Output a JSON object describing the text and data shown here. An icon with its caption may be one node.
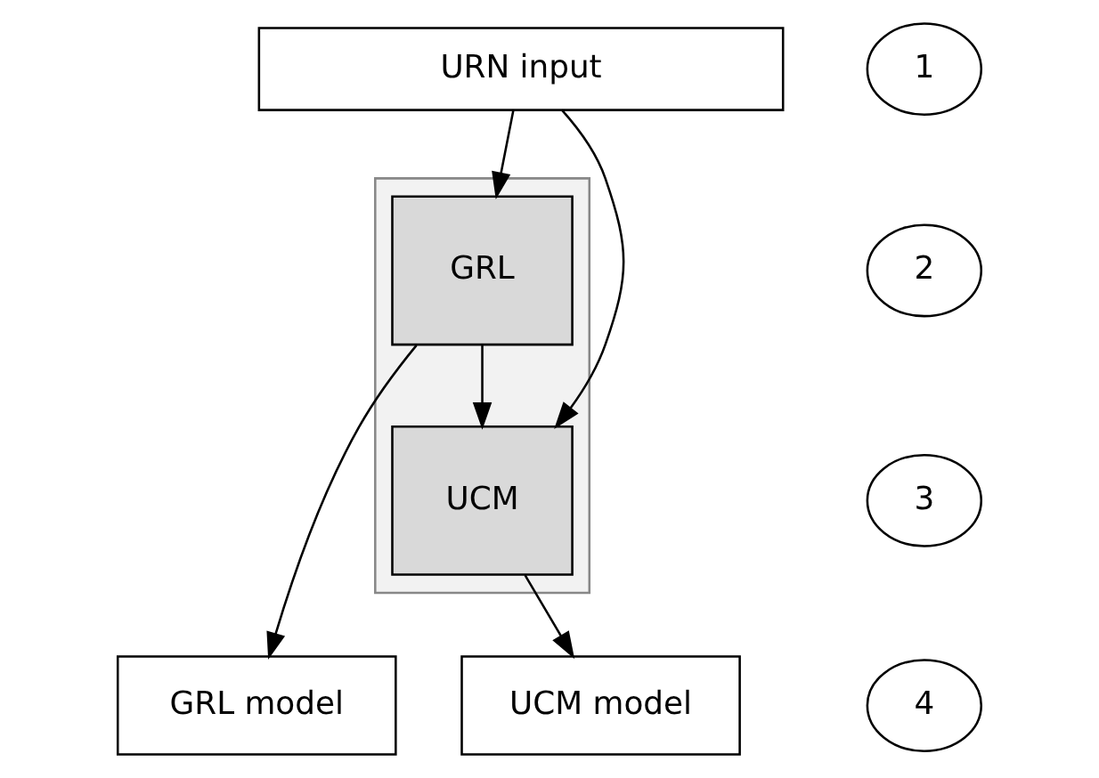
{
  "diagram": {
    "nodes": [
      {
        "text": [
          "URN input"
        ]
      },
      {
        "text": [],
        "shape": "box"
      },
      {
        "text": [
          "GRL"
        ],
        "in": 1
      },
      {
        "text": [
          "UCM"
        ],
        "in": 1
      },
      {
        "text": [
          "GRL model"
        ]
      },
      {
        "text": [
          "UCM model"
        ]
      },
      {
        "text": [
          "1"
        ]
      },
      {
        "text": [
          "2"
        ]
      },
      {
        "text": [
          "3"
        ]
      },
      {
        "text": [
          "4"
        ]
      }
    ],
    "edges": [
      {
        "from": 0,
        "to": 2,
        "arrow": "to"
      },
      {
        "from": 0,
        "to": 3,
        "arrow": "to"
      },
      {
        "from": 2,
        "to": 3,
        "arrow": "to"
      },
      {
        "from": 2,
        "to": 4,
        "arrow": "to"
      },
      {
        "from": 3,
        "to": 5,
        "arrow": "to"
      }
    ]
  }
}
